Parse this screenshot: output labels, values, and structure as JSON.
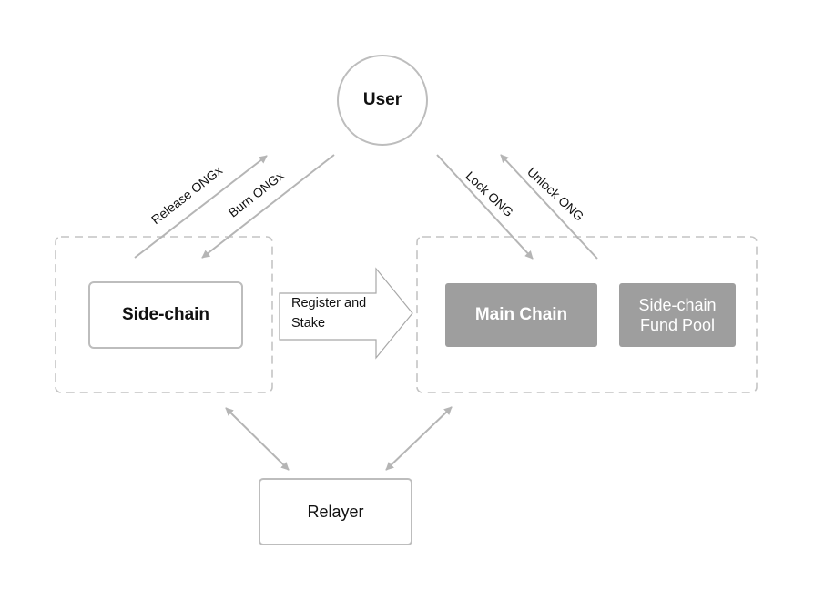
{
  "nodes": {
    "user": "User",
    "side_chain": "Side-chain",
    "main_chain": "Main Chain",
    "fund_pool": "Side-chain Fund Pool",
    "relayer": "Relayer"
  },
  "edges": {
    "release": "Release ONGx",
    "burn": "Burn ONGx",
    "lock": "Lock ONG",
    "unlock": "Unlock ONG",
    "register": "Register and Stake"
  },
  "colors": {
    "stroke": "#bdbdbd",
    "dashed_stroke": "#c4c4c4",
    "filled_box": "#9e9e9e",
    "arrow": "#b5b5b5",
    "text": "#111111"
  }
}
